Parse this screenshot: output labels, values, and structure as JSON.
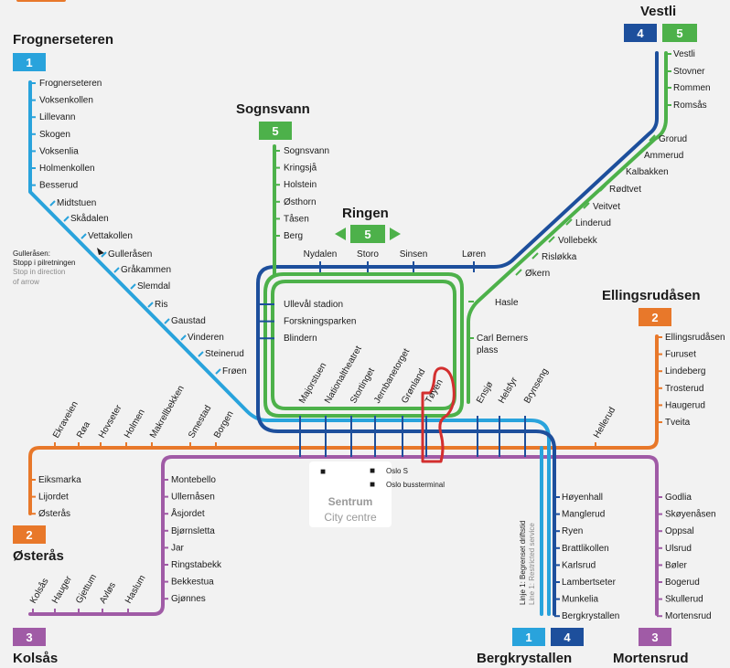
{
  "colors": {
    "line1": "#29a3dc",
    "line2": "#e8782a",
    "line3": "#a05ba6",
    "line4": "#1d4f9c",
    "line5": "#4db14a",
    "annotation": "#d32f2f"
  },
  "terminals": {
    "frognerseteren": "Frognerseteren",
    "sognsvann": "Sognsvann",
    "vestli": "Vestli",
    "ringen": "Ringen",
    "ellingsrudasen": "Ellingsrudåsen",
    "osteras": "Østerås",
    "kolsas": "Kolsås",
    "bergkrystallen": "Bergkrystallen",
    "mortensrud": "Mortensrud"
  },
  "badges": {
    "l1": "1",
    "l2": "2",
    "l3": "3",
    "l4": "4",
    "l5": "5"
  },
  "line1_stations": [
    "Frognerseteren",
    "Voksenkollen",
    "Lillevann",
    "Skogen",
    "Voksenlia",
    "Holmenkollen",
    "Besserud",
    "Midtstuen",
    "Skådalen",
    "Vettakollen",
    "Gulleråsen",
    "Gråkammen",
    "Slemdal",
    "Ris",
    "Gaustad",
    "Vinderen",
    "Steinerud",
    "Frøen"
  ],
  "line5_north": [
    "Sognsvann",
    "Kringsjå",
    "Holstein",
    "Østhorn",
    "Tåsen",
    "Berg"
  ],
  "vestli_stations": [
    "Vestli",
    "Stovner",
    "Rommen",
    "Romsås",
    "Grorud",
    "Ammerud",
    "Kalbakken",
    "Rødtvet",
    "Veitvet",
    "Linderud",
    "Vollebekk",
    "Risløkka",
    "Økern",
    "Hasle",
    "Carl Berners plass"
  ],
  "ring_top": [
    "Nydalen",
    "Storo",
    "Sinsen",
    "Løren"
  ],
  "ring_west": [
    "Ullevål stadion",
    "Forskningsparken",
    "Blindern"
  ],
  "central": [
    "Majorstuen",
    "Nationaltheatret",
    "Stortinget",
    "Jernbanetorget",
    "Grønland",
    "Tøyen",
    "Ensjø",
    "Helsfyr",
    "Brynseng"
  ],
  "west_line2": [
    "Ekraveien",
    "Røa",
    "Hovseter",
    "Holmen",
    "Makrellbekken",
    "Smestad",
    "Borgen"
  ],
  "helleurd": "Hellerud",
  "ellingsrud_stations": [
    "Ellingsrudåsen",
    "Furuset",
    "Lindeberg",
    "Trosterud",
    "Haugerud",
    "Tveita"
  ],
  "osteras_stations": [
    "Eiksmarka",
    "Lijordet",
    "Østerås"
  ],
  "kolsas_stations": [
    "Kolsås",
    "Hauger",
    "Gjettum",
    "Avløs",
    "Haslum"
  ],
  "line3_west": [
    "Montebello",
    "Ullernåsen",
    "Åsjordet",
    "Bjørnsletta",
    "Jar",
    "Ringstabekk",
    "Bekkestua",
    "Gjønnes"
  ],
  "bergkrystallen_stations": [
    "Høyenhall",
    "Manglerud",
    "Ryen",
    "Brattlikollen",
    "Karlsrud",
    "Lambertseter",
    "Munkelia",
    "Bergkrystallen"
  ],
  "mortensrud_stations": [
    "Godlia",
    "Skøyenåsen",
    "Oppsal",
    "Ulsrud",
    "Bøler",
    "Bogerud",
    "Skullerud",
    "Mortensrud"
  ],
  "notes": {
    "gulleraasen1": "Gulleråsen:",
    "gulleraasen2": "Stopp i pilretningen",
    "gulleraasen3": "Stop in direction",
    "gulleraasen4": "of arrow",
    "restricted1": "Linje 1: Begrenset driftstid",
    "restricted2": "Line 1: Restricted service",
    "osloS": "Oslo S",
    "bus": "Oslo bussterminal",
    "centre": "Sentrum",
    "centreEn": "City centre"
  }
}
